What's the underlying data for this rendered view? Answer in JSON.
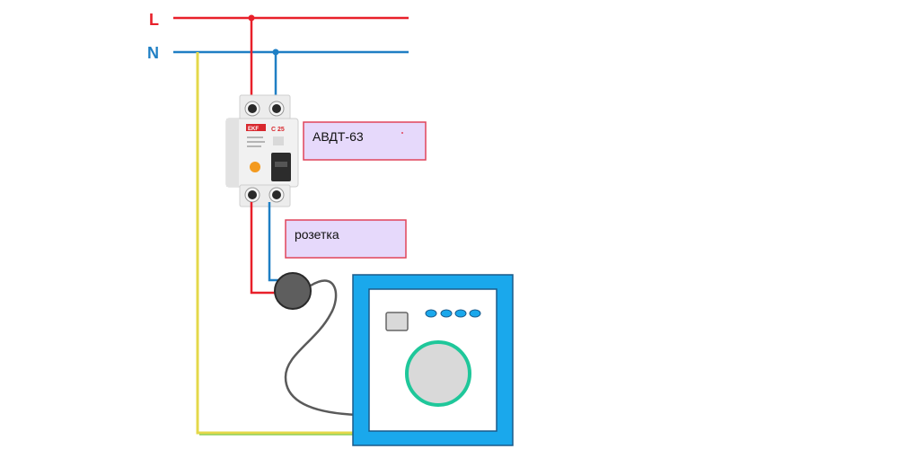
{
  "lines": {
    "phase_label": "L",
    "neutral_label": "N",
    "phase_color": "#e8202a",
    "neutral_color": "#1f7fc4",
    "ground_color": "#e4d84a"
  },
  "device": {
    "label": "АВДТ-63",
    "brand": "EKF",
    "rating": "C 25"
  },
  "socket": {
    "label": "розетка"
  },
  "appliance": {
    "frame_color": "#1aa8ec",
    "drum_ring_color": "#1fc79a"
  }
}
